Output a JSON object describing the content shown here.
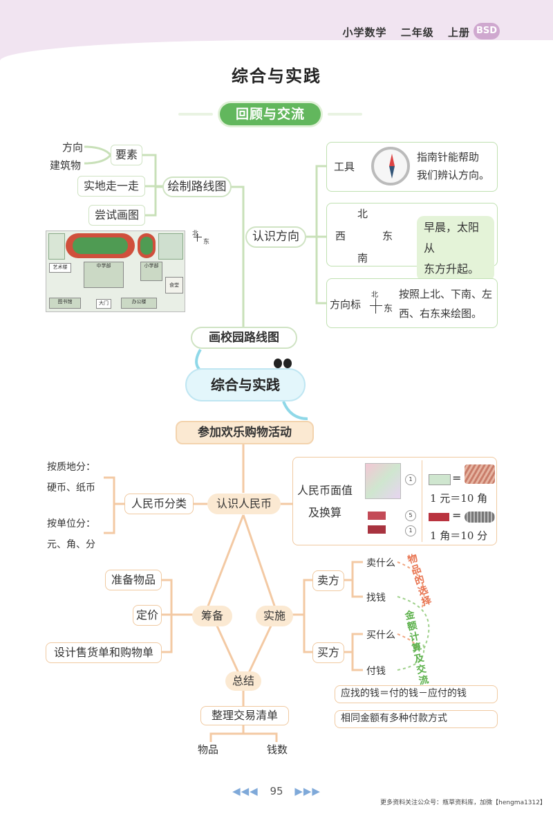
{
  "header": {
    "subject": "小学数学",
    "grade": "二年级",
    "volume": "上册",
    "edition": "BSD"
  },
  "page_title": "综合与实践",
  "review_title": "回顾与交流",
  "direction_section": {
    "draw_route": {
      "label": "绘制路线图",
      "elements": {
        "label": "要素",
        "items": [
          "方向",
          "建筑物"
        ]
      },
      "walk": "实地走一走",
      "try_draw": "尝试画图"
    },
    "identify": {
      "label": "认识方向",
      "tool": {
        "label": "工具",
        "text": [
          "指南针能帮助",
          "我们辨认方向。"
        ]
      },
      "compass_directions": {
        "north": "北",
        "west": "西",
        "east": "东",
        "south": "南"
      },
      "sun_note": [
        "早晨，太阳从",
        "东方升起。"
      ],
      "marker": {
        "label": "方向标",
        "north": "北",
        "east": "东",
        "text": [
          "按照上北、下南、左",
          "西、右东来绘图。"
        ]
      }
    },
    "campus_map": {
      "north": "北",
      "east": "东",
      "buildings": [
        "中学部",
        "小学部",
        "艺术楼",
        "食堂",
        "图书馆",
        "大门",
        "办公楼"
      ]
    },
    "campus_label": "画校园路线图"
  },
  "center_title": "综合与实践",
  "shopping": {
    "title": "参加欢乐购物活动",
    "rmb": {
      "label": "认识人民币",
      "classify": {
        "label": "人民币分类",
        "by_material": [
          "按质地分：",
          "硬币、纸币"
        ],
        "by_unit": [
          "按单位分：",
          "元、角、分"
        ]
      },
      "value_box": {
        "label": [
          "人民币面值",
          "及换算"
        ],
        "coin_marks": [
          "1",
          "5",
          "1"
        ],
        "eq1": "1 元＝10 角",
        "eq2": "1 角＝10 分"
      }
    },
    "prepare": {
      "label": "筹备",
      "items": [
        "准备物品",
        "定价",
        "设计售货单和购物单"
      ]
    },
    "implement": {
      "label": "实施",
      "seller": {
        "label": "卖方",
        "items": [
          "卖什么",
          "找钱"
        ]
      },
      "buyer": {
        "label": "买方",
        "items": [
          "买什么",
          "付钱"
        ]
      },
      "links": [
        "物品的选择",
        "金额计算及交流"
      ]
    },
    "formula1": "应找的钱＝付的钱－应付的钱",
    "formula2": "相同金额有多种付款方式",
    "summary": {
      "label": "总结",
      "list": "整理交易清单",
      "items": [
        "物品",
        "钱数"
      ]
    }
  },
  "footer": {
    "left_arrows": "◀◀◀",
    "page_number": "95",
    "right_arrows": "▶▶▶",
    "watermark": "更多资料关注公众号：瓶草资料库，加微【hengma1312】"
  },
  "colors": {
    "green": "#62b75d",
    "green_light": "#cfe3c3",
    "orange": "#f0c9a0",
    "peach": "#fbe9d2",
    "header_bg": "#f1e4f1"
  }
}
